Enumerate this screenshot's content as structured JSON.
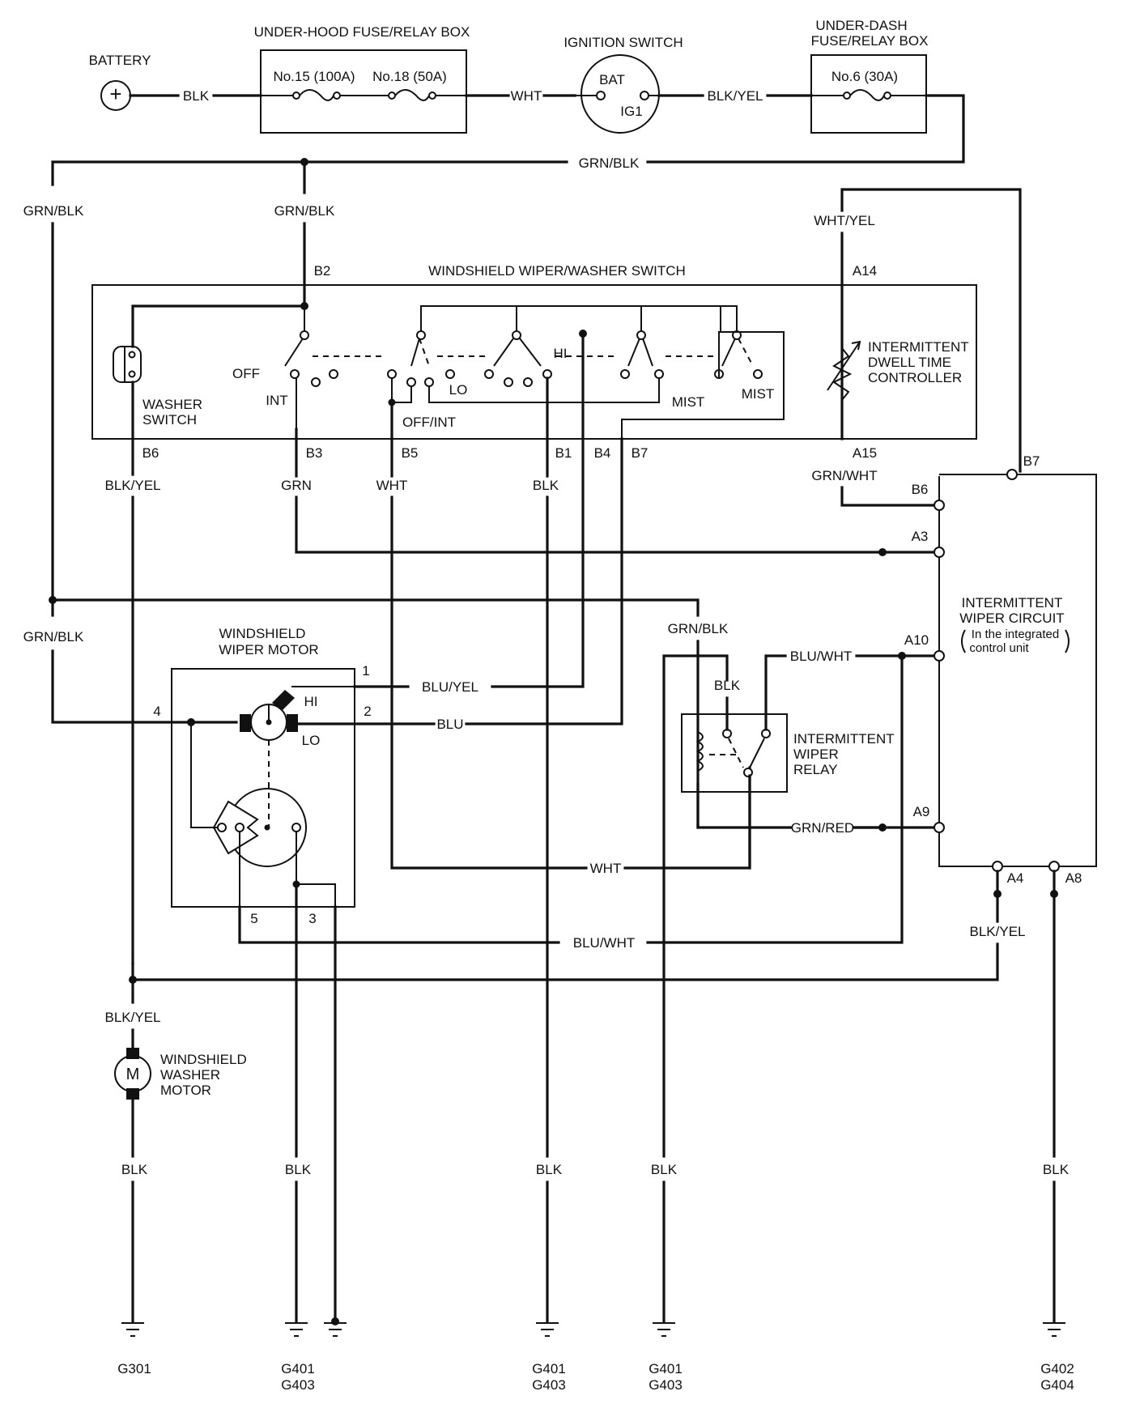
{
  "components": {
    "battery": "BATTERY",
    "underhood_box": "UNDER-HOOD FUSE/RELAY BOX",
    "fuse15": "No.15 (100A)",
    "fuse18": "No.18 (50A)",
    "ignition_switch": "IGNITION SWITCH",
    "bat": "BAT",
    "ig1": "IG1",
    "underdash_line1": "UNDER-DASH",
    "underdash_line2": "FUSE/RELAY BOX",
    "fuse6": "No.6 (30A)",
    "wiper_switch": "WINDSHIELD WIPER/WASHER SWITCH",
    "washer_switch_line1": "WASHER",
    "washer_switch_line2": "SWITCH",
    "dwell_line1": "INTERMITTENT",
    "dwell_line2": "DWELL TIME",
    "dwell_line3": "CONTROLLER",
    "wiper_motor_line1": "WINDSHIELD",
    "wiper_motor_line2": "WIPER MOTOR",
    "relay_line1": "INTERMITTENT",
    "relay_line2": "WIPER",
    "relay_line3": "RELAY",
    "circuit_line1": "INTERMITTENT",
    "circuit_line2": "WIPER CIRCUIT",
    "circuit_line3": "In the integrated",
    "circuit_line4": "control unit",
    "washer_motor_line1": "WINDSHIELD",
    "washer_motor_line2": "WASHER",
    "washer_motor_line3": "MOTOR",
    "motor_symbol": "M",
    "battery_symbol": "+"
  },
  "switch_positions": {
    "off": "OFF",
    "int": "INT",
    "off_int": "OFF/INT",
    "lo": "LO",
    "hi": "HI",
    "mist1": "MIST",
    "mist2": "MIST"
  },
  "motor_labels": {
    "hi": "HI",
    "lo": "LO"
  },
  "terminals": {
    "b2": "B2",
    "b6": "B6",
    "b3": "B3",
    "b5": "B5",
    "b1": "B1",
    "b4": "B4",
    "b7": "B7",
    "a14": "A14",
    "a15": "A15",
    "cu_b7": "B7",
    "cu_b6": "B6",
    "cu_a3": "A3",
    "cu_a10": "A10",
    "cu_a9": "A9",
    "cu_a4": "A4",
    "cu_a8": "A8",
    "m1": "1",
    "m2": "2",
    "m3": "3",
    "m4": "4",
    "m5": "5"
  },
  "wires": {
    "blk_battery": "BLK",
    "wht_fusebox": "WHT",
    "blkyel_ign": "BLK/YEL",
    "grnblk_top": "GRN/BLK",
    "grnblk_left": "GRN/BLK",
    "grnblk_b2": "GRN/BLK",
    "whtyel_a14": "WHT/YEL",
    "blkyel_b6": "BLK/YEL",
    "grn_b3": "GRN",
    "wht_b5": "WHT",
    "blk_b1": "BLK",
    "grnwht_a15": "GRN/WHT",
    "grnblk_left2": "GRN/BLK",
    "grnblk_relay": "GRN/BLK",
    "bluyel_m1": "BLU/YEL",
    "blu_m2": "BLU",
    "bluwht_a10": "BLU/WHT",
    "blk_relay": "BLK",
    "grnred_a9": "GRN/RED",
    "wht_relay": "WHT",
    "bluwht_m5": "BLU/WHT",
    "blkyel_a4": "BLK/YEL",
    "blkyel_washer": "BLK/YEL",
    "blk_g301": "BLK",
    "blk_g401a": "BLK",
    "blk_g401b": "BLK",
    "blk_g401c": "BLK",
    "blk_g402": "BLK"
  },
  "grounds": {
    "g301": "G301",
    "g401a_1": "G401",
    "g401a_2": "G403",
    "g401b_1": "G401",
    "g401b_2": "G403",
    "g401c_1": "G401",
    "g401c_2": "G403",
    "g402_1": "G402",
    "g402_2": "G404"
  }
}
